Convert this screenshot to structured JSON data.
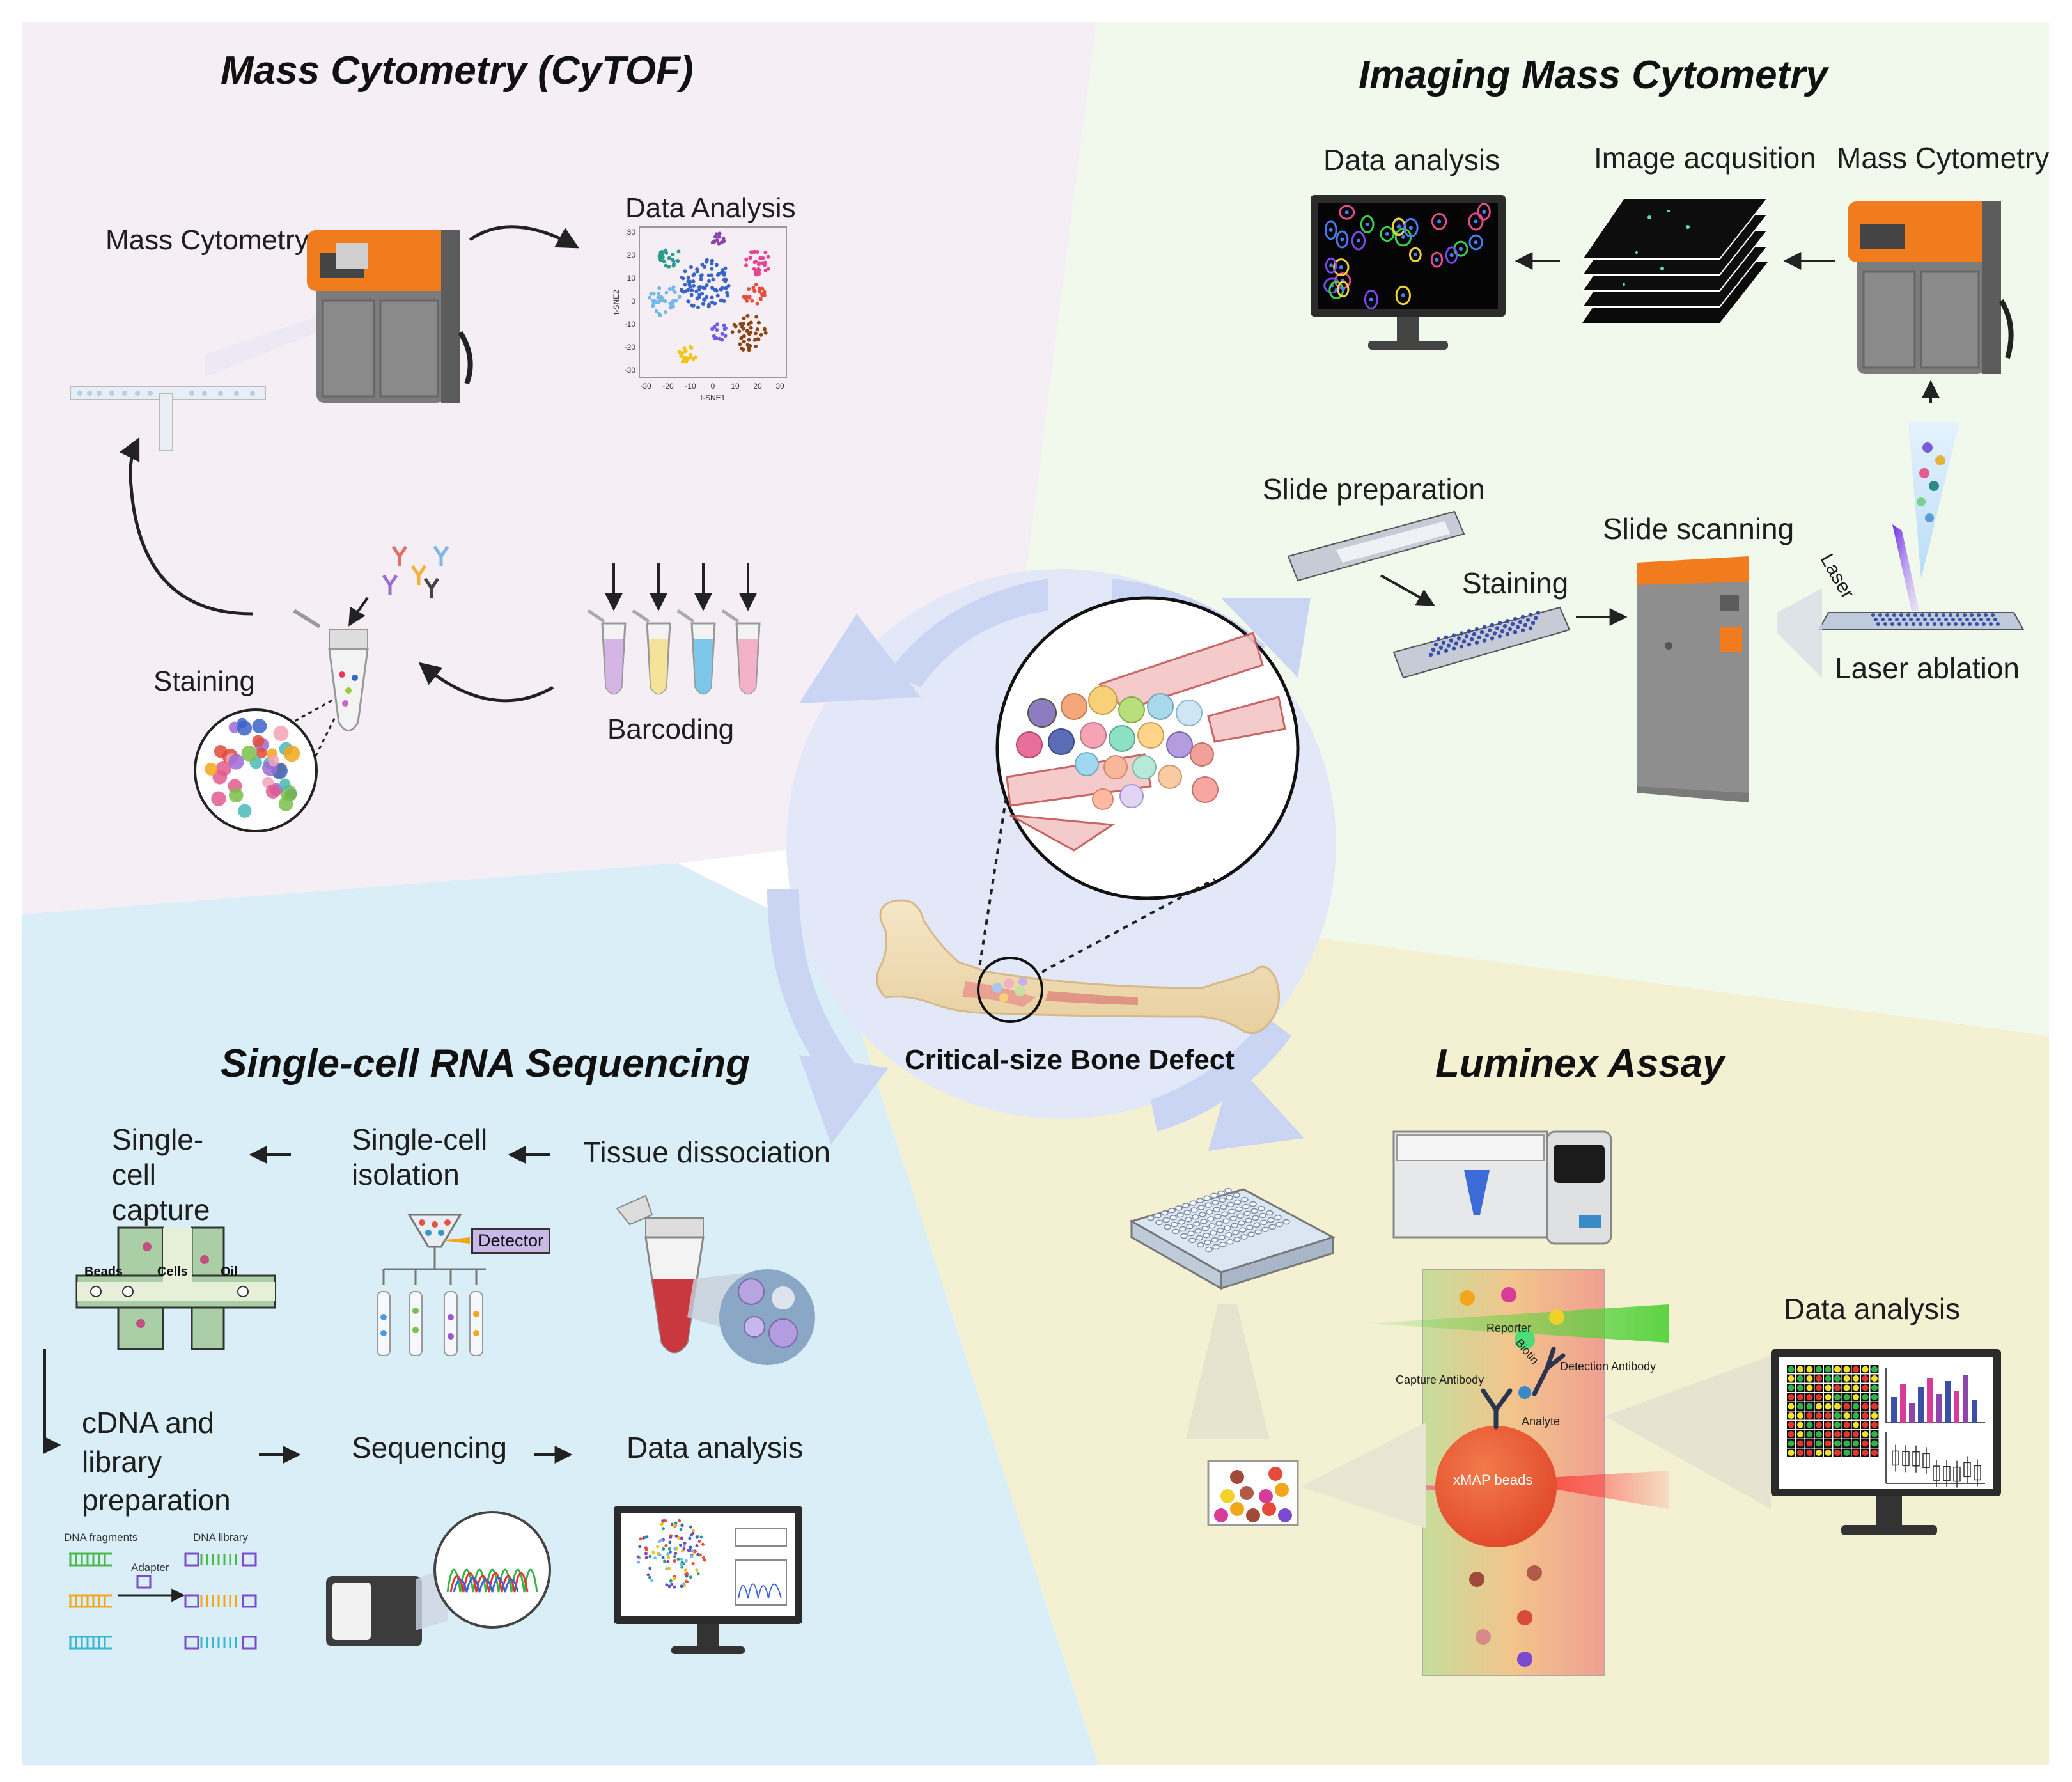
{
  "center": {
    "label": "Critical-size Bone Defect"
  },
  "quadrants": {
    "cytof": {
      "title": "Mass Cytometry (CyTOF)",
      "mass_cytometry": "Mass Cytometry",
      "data_analysis": "Data Analysis",
      "staining": "Staining",
      "barcoding": "Barcoding",
      "tsne": {
        "xlabel": "t-SNE1",
        "ylabel": "t-SNE2",
        "xticks": [
          "-30",
          "-20",
          "-10",
          "0",
          "10",
          "20",
          "30"
        ],
        "yticks": [
          "30",
          "20",
          "10",
          "0",
          "-10",
          "-20",
          "-30"
        ]
      }
    },
    "imc": {
      "title": "Imaging Mass Cytometry",
      "data_analysis": "Data analysis",
      "image_acquisition": "Image acqusition",
      "mass_cytometry": "Mass Cytometry",
      "slide_preparation": "Slide preparation",
      "staining": "Staining",
      "slide_scanning": "Slide scanning",
      "laser": "Laser",
      "laser_ablation": "Laser ablation"
    },
    "scrna": {
      "title": "Single-cell RNA Sequencing",
      "single_cell_capture": "Single-cell capture",
      "single_cell_isolation": "Single-cell isolation",
      "tissue_dissociation": "Tissue dissociation",
      "detector": "Detector",
      "beads": "Beads",
      "cells": "Cells",
      "oil": "Oil",
      "cdna": "cDNA and library preparation",
      "sequencing": "Sequencing",
      "data_analysis": "Data analysis",
      "dna_fragments": "DNA fragments",
      "dna_library": "DNA library",
      "adapter": "Adapter"
    },
    "luminex": {
      "title": "Luminex Assay",
      "data_analysis": "Data analysis",
      "reporter": "Reporter",
      "biotin": "Biotin",
      "detection_antibody": "Detection Antibody",
      "capture_antibody": "Capture Antibody",
      "analyte": "Analyte",
      "xmap_beads": "xMAP beads"
    }
  },
  "colors": {
    "cytof_bg": "#f5eef5",
    "imc_bg": "#f1f8ec",
    "scrna_bg": "#d9eef6",
    "luminex_bg": "#f4f1d2",
    "hub": "#e2e8f8",
    "arrows": "#c9d5f3",
    "instrument_orange": "#f07c1e",
    "instrument_gray": "#7c7c7c"
  }
}
